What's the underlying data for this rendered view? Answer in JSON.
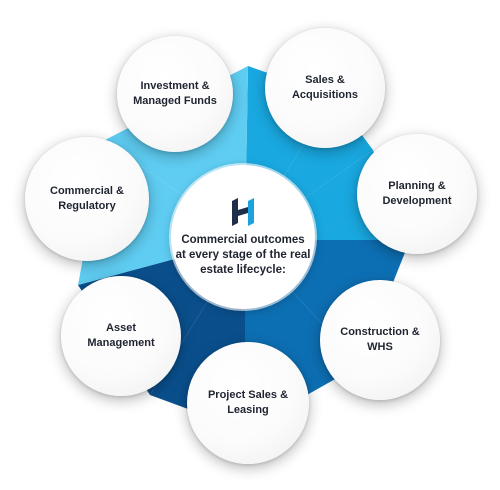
{
  "diagram": {
    "center_text": "Commercial outcomes\nat every stage of the real\nestate lifecycle:",
    "logo_icon": "h-monogram-logo",
    "colors": {
      "light_blue": "#5fcdf2",
      "mid_blue": "#19a8e0",
      "deep_blue": "#0d6fb3",
      "navy": "#0a4f8c",
      "logo_dark": "#1f2f4a",
      "logo_accent": "#1aa3dc"
    },
    "stages": [
      {
        "label": "Investment &\nManaged Funds"
      },
      {
        "label": "Sales &\nAcquisitions"
      },
      {
        "label": "Planning &\nDevelopment"
      },
      {
        "label": "Construction &\nWHS"
      },
      {
        "label": "Project Sales &\nLeasing"
      },
      {
        "label": "Asset\nManagement"
      },
      {
        "label": "Commercial &\nRegulatory"
      }
    ]
  }
}
